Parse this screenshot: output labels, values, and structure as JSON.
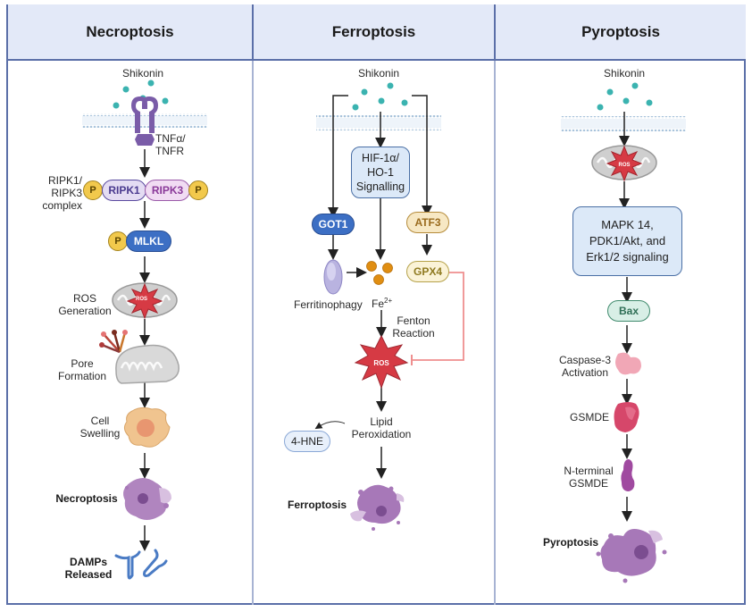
{
  "columns": [
    {
      "title": "Necroptosis",
      "stimulus": "Shikonin",
      "receptor_label": [
        "TNFα/",
        "TNFR"
      ],
      "complex_label": [
        "RIPK1/",
        "RIPK3",
        "complex"
      ],
      "phospho": "P",
      "ripk1": "RIPK1",
      "ripk3": "RIPK3",
      "mlkl": "MLKL",
      "ros_badge": "ROS",
      "steps": {
        "ros_generation": [
          "ROS",
          "Generation"
        ],
        "pore_formation": [
          "Pore",
          "Formation"
        ],
        "cell_swelling": [
          "Cell",
          "Swelling"
        ],
        "outcome": "Necroptosis",
        "damps": [
          "DAMPs",
          "Released"
        ]
      }
    },
    {
      "title": "Ferroptosis",
      "stimulus": "Shikonin",
      "hif_box": [
        "HIF-1α/",
        "HO-1",
        "Signalling"
      ],
      "got1": "GOT1",
      "atf3": "ATF3",
      "gpx4": "GPX4",
      "ferritinophagy": "Ferritinophagy",
      "iron": "Fe",
      "iron_charge": "2+",
      "fenton": [
        "Fenton",
        "Reaction"
      ],
      "ros_badge": "ROS",
      "lipid": [
        "Lipid",
        "Peroxidation"
      ],
      "hne": "4-HNE",
      "outcome": "Ferroptosis"
    },
    {
      "title": "Pyroptosis",
      "stimulus": "Shikonin",
      "ros_badge": "ROS",
      "signaling_box": [
        "MAPK 14,",
        "PDK1/Akt, and",
        "Erk1/2 signaling"
      ],
      "bax": "Bax",
      "caspase": [
        "Caspase-3",
        "Activation"
      ],
      "gsmde": "GSMDE",
      "n_terminal": [
        "N-terminal",
        "GSMDE"
      ],
      "outcome": "Pyroptosis"
    }
  ],
  "colors": {
    "border": "#5b6fa8",
    "header_bg": "#e3e9f8",
    "shikonin": "#3bb3b0",
    "receptor": "#7a5ca8",
    "ripk1_fill": "#e4dcf3",
    "ripk1_text": "#4a3a8f",
    "ripk3_fill": "#f1dcf3",
    "ripk3_text": "#8a3a99",
    "phospho": "#f2c94c",
    "mlkl": "#3c6fc4",
    "got1": "#3c6fc4",
    "atf3_fill": "#f7e8c4",
    "atf3_text": "#9a6b1e",
    "gpx4_fill": "#fbf3d7",
    "gpx4_text": "#8f7a20",
    "ros": "#d63a44",
    "inhibit": "#ef8f8f",
    "signal_box": "#dce9f8",
    "bax_fill": "#d8efe6",
    "bax_text": "#2f6f56",
    "caspase": "#f1a7b6",
    "gsmde": "#d6476a",
    "n_term": "#a04aa0",
    "dead_cell": "#a778b8",
    "iron": "#e08e12",
    "ferritin": "#b9b3e0",
    "swell_cell": "#f0c48f",
    "damps": "#4a7bc4"
  }
}
